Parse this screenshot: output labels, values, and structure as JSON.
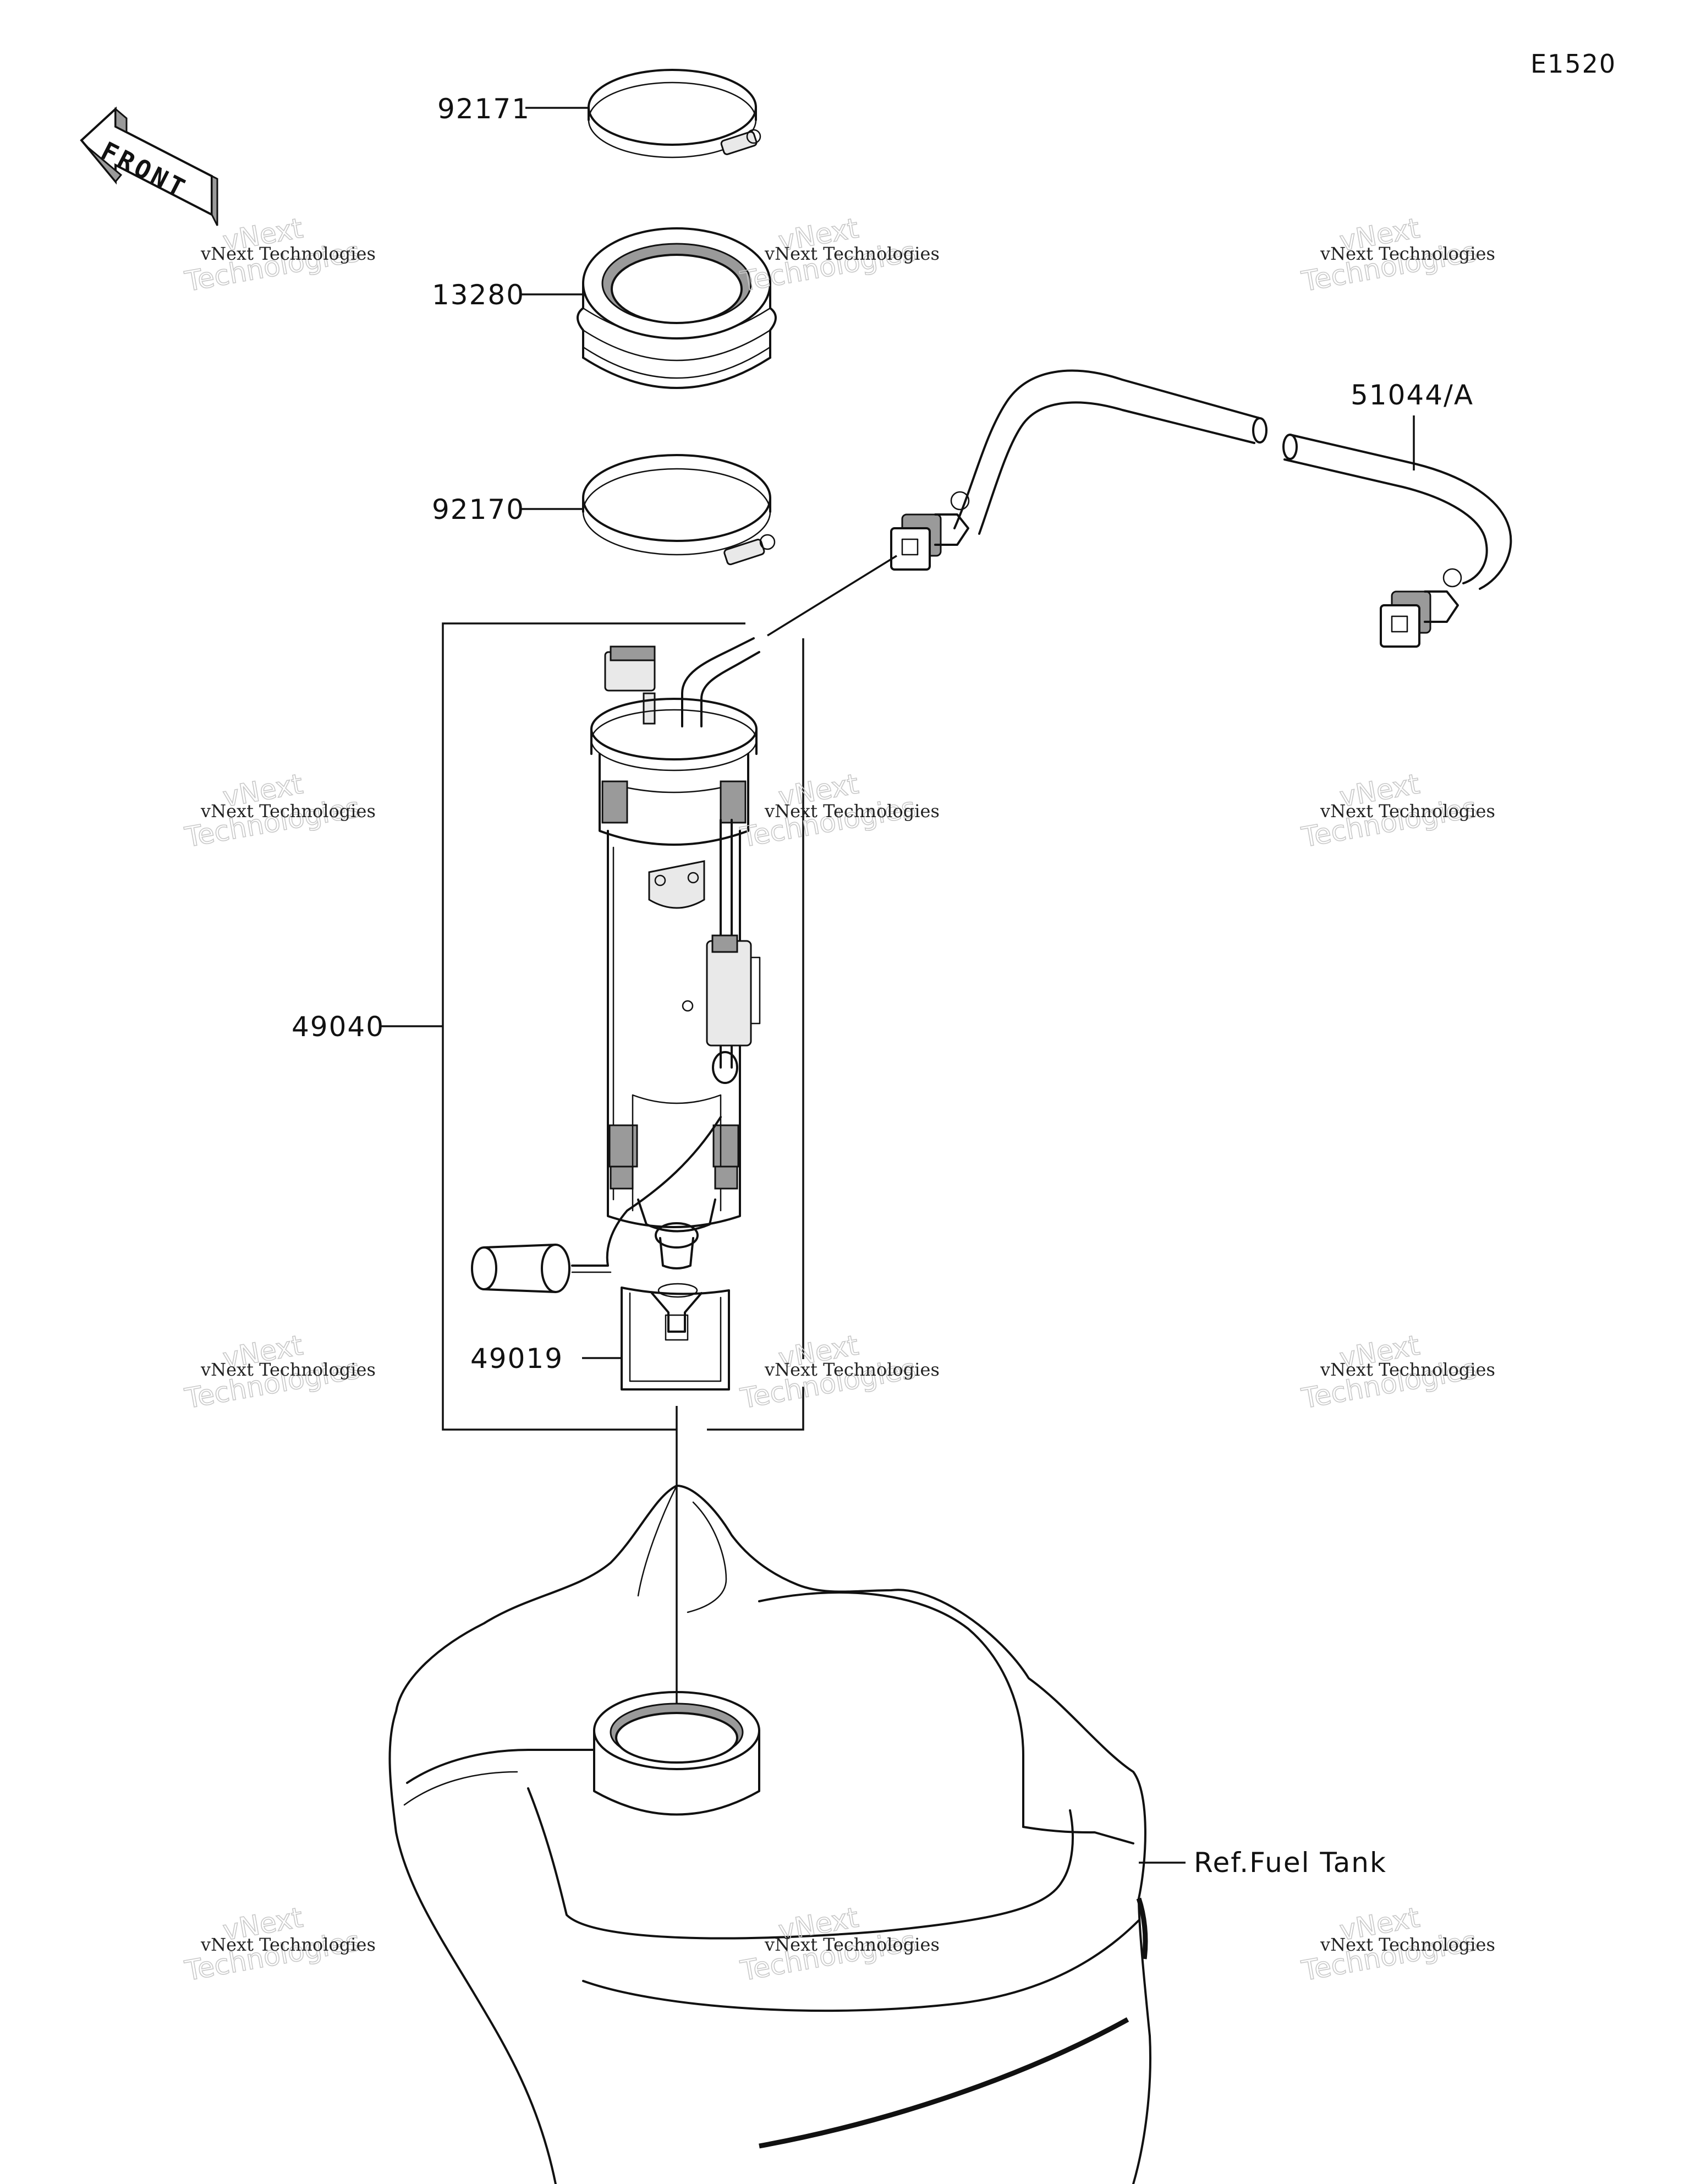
{
  "diagram_code": "E1520",
  "front_label": "FRONT",
  "watermark": {
    "brand": "vNext Technologies",
    "line1": "vNext",
    "line2": "Technologies"
  },
  "callouts": {
    "clamp_top": "92171",
    "grommet": "13280",
    "clamp_bottom": "92170",
    "fuel_hose": "51044/A",
    "fuel_pump": "49040",
    "filter": "49019",
    "fuel_tank": "Ref.Fuel Tank"
  }
}
